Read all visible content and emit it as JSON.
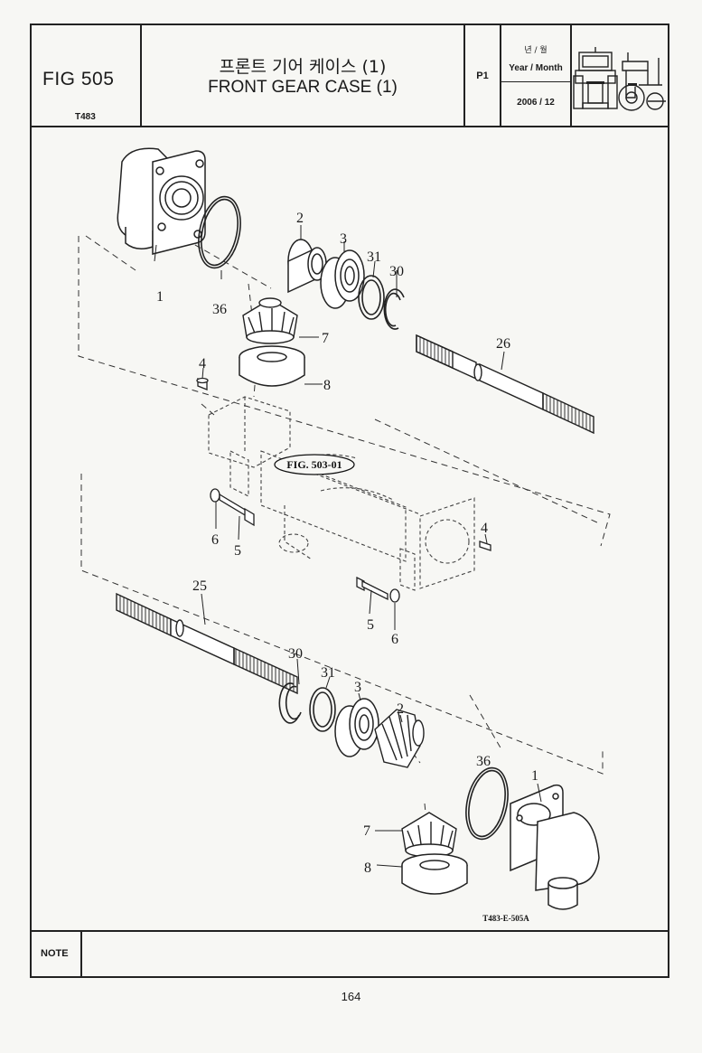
{
  "header": {
    "fig_number": "FIG 505",
    "fig_code": "T483",
    "title_korean": "프론트 기어 케이스 (1)",
    "title_english": "FRONT GEAR CASE (1)",
    "page": "P1",
    "date_label_korean": "년 / 월",
    "date_label_english": "Year / Month",
    "date_value": "2006 / 12",
    "logo_icon": "tractor-icon"
  },
  "diagram": {
    "reference_label": "FIG. 503-01",
    "drawing_code": "T483-E-505A",
    "callouts": {
      "part_1_top": "1",
      "part_36_top": "36",
      "part_2_top": "2",
      "part_3_top": "3",
      "part_31_top": "31",
      "part_30_top": "30",
      "part_7_top": "7",
      "part_8_top": "8",
      "part_26": "26",
      "part_4_left": "4",
      "part_6_left": "6",
      "part_5_left": "5",
      "part_4_right": "4",
      "part_25": "25",
      "part_5_right": "5",
      "part_6_right": "6",
      "part_30_bottom": "30",
      "part_31_bottom": "31",
      "part_3_bottom": "3",
      "part_2_bottom": "2",
      "part_36_bottom": "36",
      "part_1_bottom": "1",
      "part_7_bottom": "7",
      "part_8_bottom": "8"
    }
  },
  "note": {
    "label": "NOTE",
    "text": ""
  },
  "page_number": "164"
}
